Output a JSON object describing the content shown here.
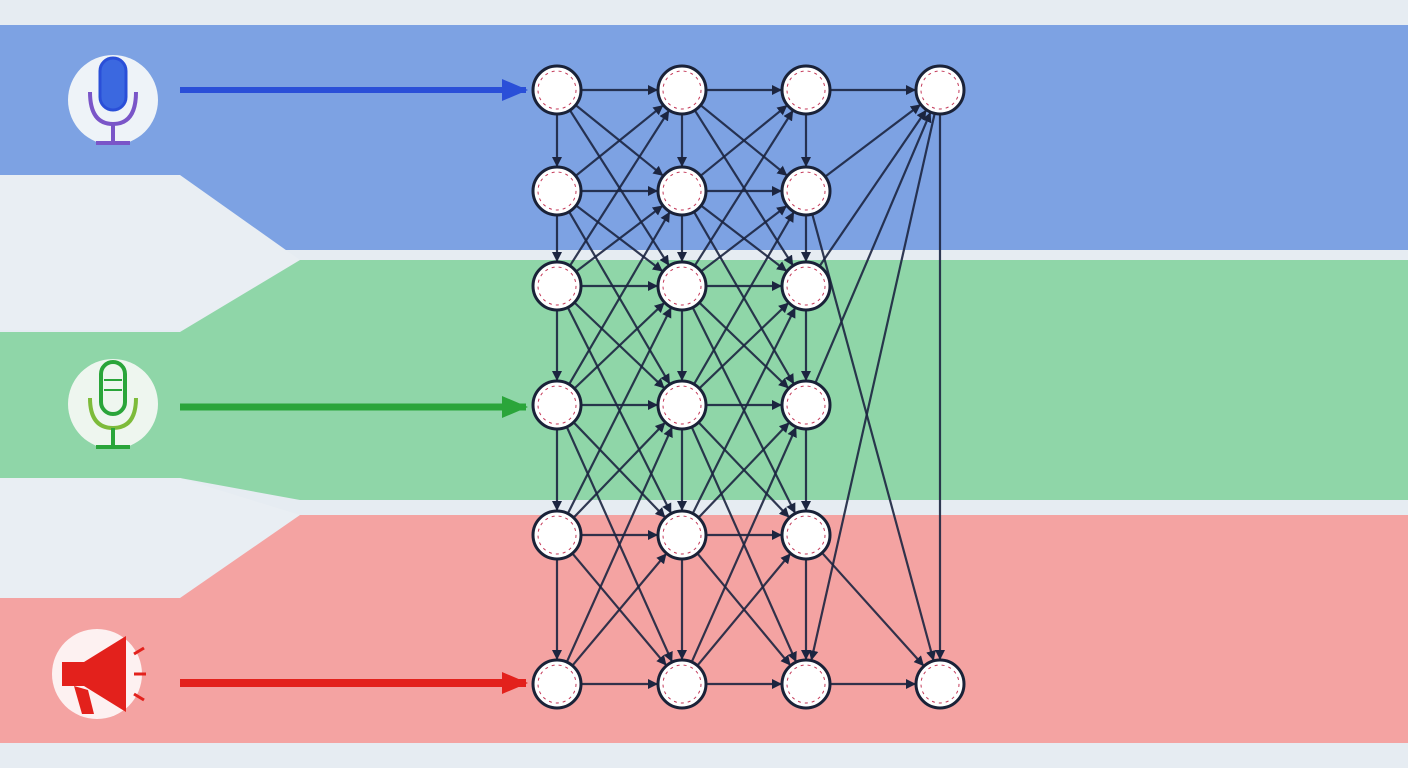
{
  "colors": {
    "background": "#e6ecf2",
    "blue_band": "#7da2e3",
    "green_band": "#8fd6a8",
    "red_band": "#f4a3a2",
    "pale_band": "#e9eef3",
    "node_fill": "#ffffff",
    "node_stroke": "#1a2238",
    "edge": "#1c2540",
    "blue_accent": "#2a4fd8",
    "green_accent": "#2aa53a",
    "red_accent": "#e3211c"
  },
  "inputs": [
    {
      "id": "blue",
      "icon": "microphone-icon",
      "color": "#2a4fd8"
    },
    {
      "id": "green",
      "icon": "microphone-outline-icon",
      "color": "#2aa53a"
    },
    {
      "id": "red",
      "icon": "megaphone-icon",
      "color": "#e3211c"
    }
  ],
  "network": {
    "columns": [
      6,
      6,
      6,
      2
    ]
  }
}
